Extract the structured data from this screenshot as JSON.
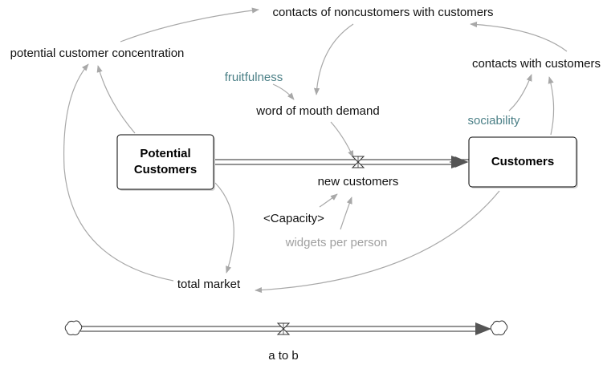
{
  "variables": {
    "contacts_noncustomers": "contacts of noncustomers with customers",
    "potential_concentration": "potential customer concentration",
    "contacts_with_customers": "contacts with customers",
    "fruitfulness": "fruitfulness",
    "word_of_mouth": "word of mouth demand",
    "sociability": "sociability",
    "new_customers": "new customers",
    "capacity": "<Capacity>",
    "widgets_per_person": "widgets per person",
    "total_market": "total market",
    "a_to_b": "a to b"
  },
  "stocks": {
    "potential_line1": "Potential",
    "potential_line2": "Customers",
    "customers": "Customers"
  },
  "colors": {
    "arrow": "#a8a8a8",
    "teal_text": "#4a7f86",
    "gray_text": "#a0a0a0"
  }
}
